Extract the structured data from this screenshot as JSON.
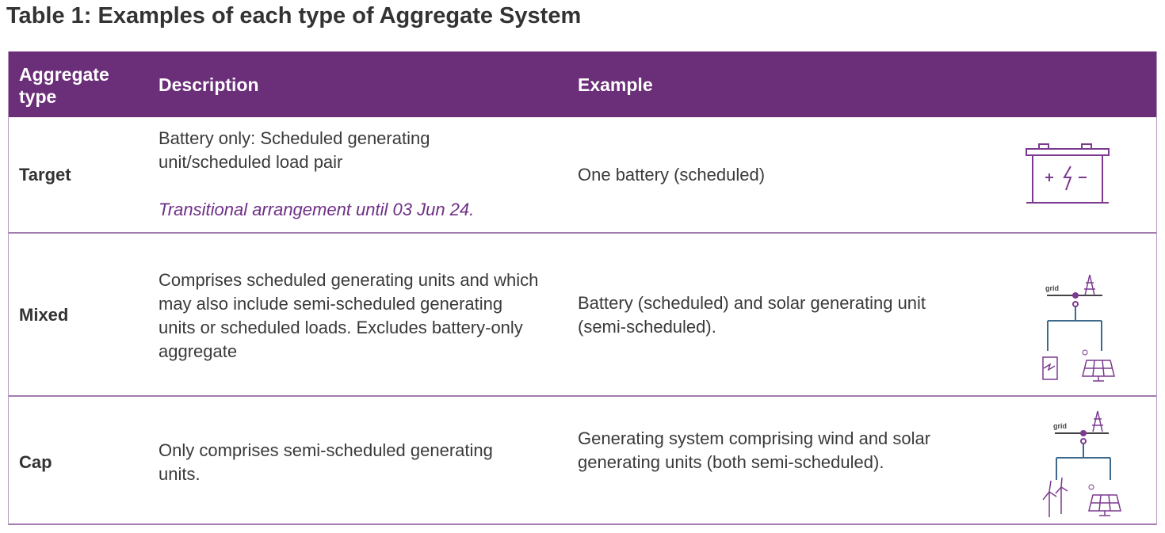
{
  "title": "Table 1: Examples of each type of Aggregate System",
  "headers": {
    "type": "Aggregate type",
    "description": "Description",
    "example": "Example"
  },
  "rows": [
    {
      "type": "Target",
      "description": "Battery only: Scheduled generating unit/scheduled load pair",
      "note": "Transitional arrangement until 03 Jun 24.",
      "example": "One battery (scheduled)",
      "icon": "battery-icon"
    },
    {
      "type": "Mixed",
      "description": "Comprises scheduled generating units and which may also include semi-scheduled generating units or scheduled loads. Excludes battery-only aggregate",
      "example": "Battery (scheduled) and solar generating unit (semi-scheduled).",
      "icon": "grid-battery-solar-diagram",
      "grid_label": "grid"
    },
    {
      "type": "Cap",
      "description": "Only comprises semi-scheduled generating units.",
      "example": "Generating system comprising wind and solar generating units (both semi-scheduled).",
      "icon": "grid-wind-solar-diagram",
      "grid_label": "grid"
    }
  ]
}
